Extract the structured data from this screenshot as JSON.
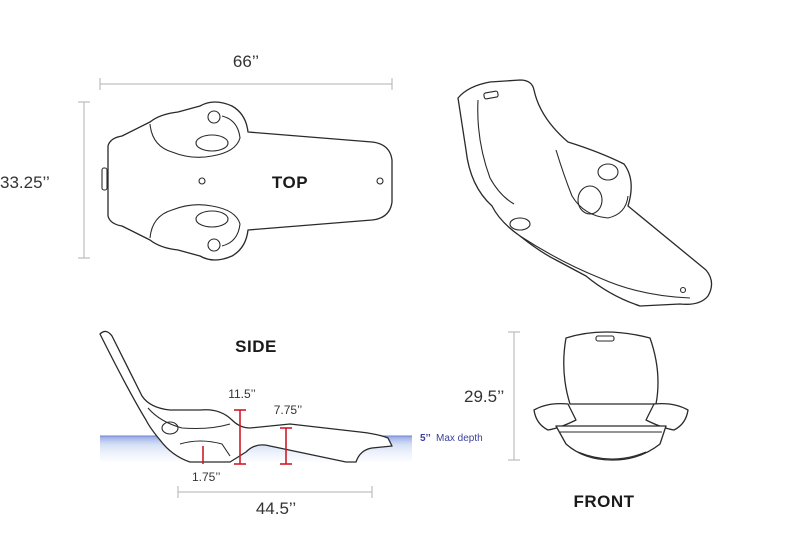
{
  "views": {
    "top": "TOP",
    "side": "SIDE",
    "front": "FRONT"
  },
  "dimensions": {
    "length": "66’’",
    "width": "33.25’’",
    "back_height": "29.5’’",
    "side_height_11_5": "11.5’’",
    "side_height_7_75": "7.75’’",
    "side_height_1_75": "1.75’’",
    "side_length": "44.5’’"
  },
  "water": {
    "depth_value": "5’’",
    "depth_label": "Max depth"
  },
  "colors": {
    "outline": "#2a2a2a",
    "dimension_line": "#b0b0b0",
    "height_marker": "#d11a2a",
    "water": "#9fb4e6",
    "water_text": "#3b3f9a"
  }
}
